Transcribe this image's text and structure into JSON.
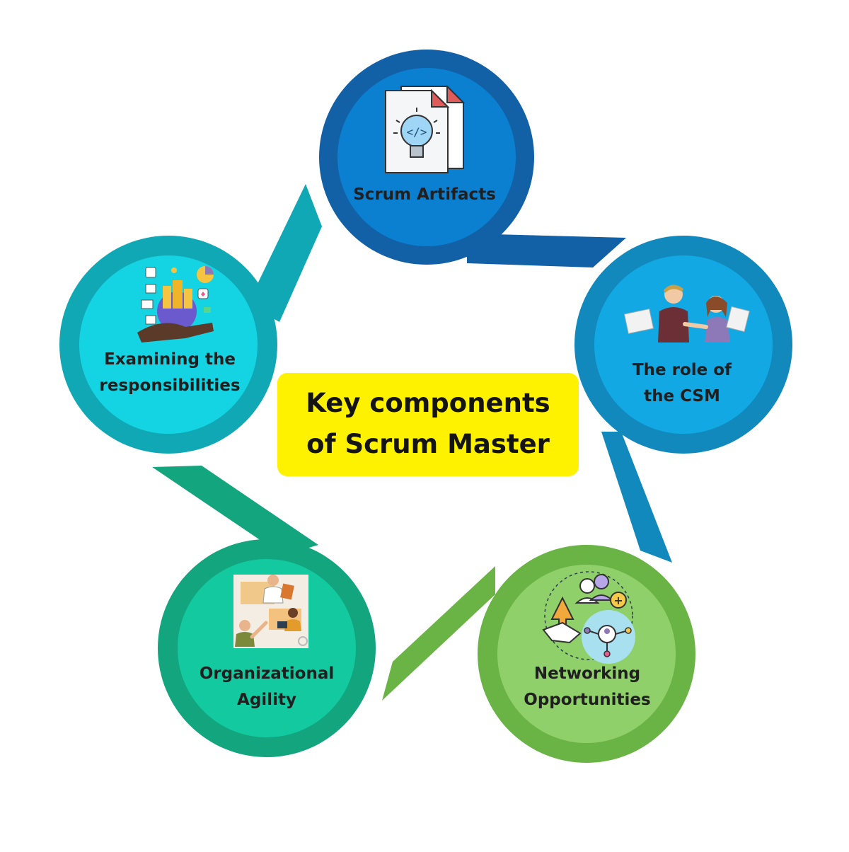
{
  "center": {
    "line1": "Key components",
    "line2": "of Scrum Master",
    "bg": "#fff200"
  },
  "nodes": [
    {
      "id": "scrum-artifacts",
      "label_lines": [
        "Scrum Artifacts"
      ],
      "icon": "document-lightbulb-code-icon",
      "ring": "#1260a6",
      "fill": "#0b7fd0"
    },
    {
      "id": "role-of-csm",
      "label_lines": [
        "The role of",
        "the CSM"
      ],
      "icon": "two-people-with-papers-icon",
      "ring": "#1189bd",
      "fill": "#12a8e4"
    },
    {
      "id": "networking-opportunities",
      "label_lines": [
        "Networking",
        "Opportunities"
      ],
      "icon": "network-handshake-icon",
      "ring": "#6ab345",
      "fill": "#8fd06a"
    },
    {
      "id": "organizational-agility",
      "label_lines": [
        "Organizational",
        "Agility"
      ],
      "icon": "team-collaboration-icon",
      "ring": "#13a57e",
      "fill": "#12c9a0"
    },
    {
      "id": "examining-responsibilities",
      "label_lines": [
        "Examining the",
        "responsibilities"
      ],
      "icon": "globe-city-hand-icon",
      "ring": "#10a8b4",
      "fill": "#14d3e2"
    }
  ]
}
